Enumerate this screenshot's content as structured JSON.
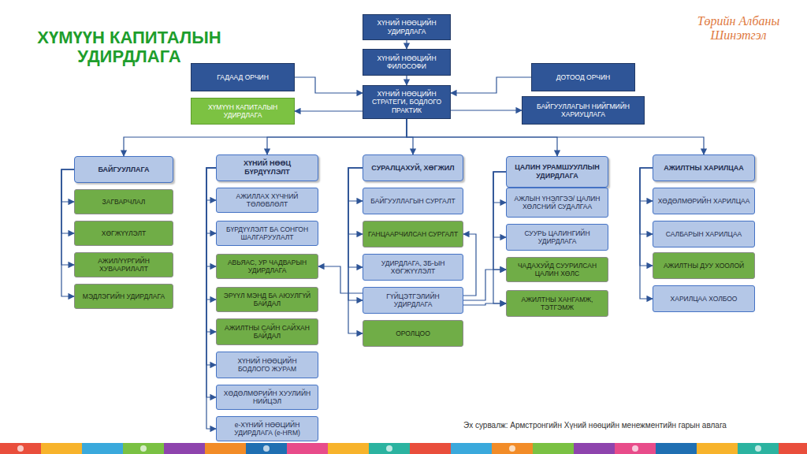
{
  "diagram": {
    "title": "ХҮМҮҮН КАПИТАЛЫН УДИРДЛАГА",
    "caption": "Эх сурвалж: Армстронгийн Хүний нөөцийн менежментийн гарын авлага",
    "nodes": [
      {
        "text": [
          "ХҮНИЙ НӨӨЦИЙН УДИРДЛАГА"
        ]
      },
      {
        "text": [
          "ХҮНИЙ НӨӨЦИЙН ФИЛОСОФИ"
        ]
      },
      {
        "text": [
          "ГАДААД ОРЧИН"
        ]
      },
      {
        "text": [
          "ДОТООД ОРЧИН"
        ]
      },
      {
        "text": [
          "ХҮНИЙ НӨӨЦИЙН СТРАТЕГИ, БОДЛОГО ПРАКТИК"
        ]
      },
      {
        "text": [
          "ХҮМҮҮН КАПИТАЛЫН УДИРДЛАГА"
        ]
      },
      {
        "text": [
          "БАЙГУУЛЛАГЫН НИЙГМИЙН ХАРИУЦЛАГА"
        ]
      },
      {
        "text": [
          "БАЙГУУЛЛАГА"
        ]
      },
      {
        "text": [
          "ХҮНИЙ НӨӨЦ БҮРДҮҮЛЭЛТ"
        ]
      },
      {
        "text": [
          "СУРАЛЦАХУЙ, ХӨГЖИЛ"
        ]
      },
      {
        "text": [
          "ЦАЛИН УРАМШУУЛЛЫН УДИРДЛАГА"
        ]
      },
      {
        "text": [
          "АЖИЛТНЫ ХАРИЛЦАА"
        ]
      },
      {
        "text": [
          "ЗАГВАРЧЛАЛ"
        ]
      },
      {
        "text": [
          "ХӨГЖҮҮЛЭЛТ"
        ]
      },
      {
        "text": [
          "АЖИЛ/ҮҮРГИЙН ХУВААРИЛАЛТ"
        ]
      },
      {
        "text": [
          "МЭДЛЭГИЙН УДИРДЛАГА"
        ]
      },
      {
        "text": [
          "АЖИЛЛАХ ХҮЧНИЙ ТӨЛӨВЛӨЛТ"
        ]
      },
      {
        "text": [
          "БҮРДҮҮЛЭЛТ БА СОНГОН ШАЛГАРУУЛАЛТ"
        ]
      },
      {
        "text": [
          "АВЬЯАС, УР ЧАДВАРЫН УДИРДЛАГА"
        ]
      },
      {
        "text": [
          "ЭРҮҮЛ МЭНД БА АЮУЛГҮЙ БАЙДАЛ"
        ]
      },
      {
        "text": [
          "АЖИЛТНЫ САЙН САЙХАН БАЙДАЛ"
        ]
      },
      {
        "text": [
          "ХҮНИЙ НӨӨЦИЙН БОДЛОГО ЖУРАМ"
        ]
      },
      {
        "text": [
          "ХӨДӨЛМӨРИЙН ХУУЛИЙН НИЙЦЭЛ"
        ]
      },
      {
        "text": [
          "e-ХҮНИЙ НӨӨЦИЙН УДИРДЛАГА (e-HRM)"
        ]
      },
      {
        "text": [
          "БАЙГУУЛЛАГЫН СУРГАЛТ"
        ]
      },
      {
        "text": [
          "ГАНЦААРЧИЛСАН СУРГАЛТ"
        ]
      },
      {
        "text": [
          "УДИРДЛАГА, ЗБ-ЫН ХӨГЖҮҮЛЭЛТ"
        ]
      },
      {
        "text": [
          "ГҮЙЦЭТГЭЛИЙН УДИРДЛАГА"
        ]
      },
      {
        "text": [
          "ОРОЛЦОО"
        ]
      },
      {
        "text": [
          "АЖЛЫН ҮНЭЛГЭЭ/ ЦАЛИН ХӨЛСНИЙ СУДАЛГАА"
        ]
      },
      {
        "text": [
          "СУУРЬ ЦАЛИНГИЙН УДИРДЛАГА"
        ]
      },
      {
        "text": [
          "ЧАДАХУЙД СУУРИЛСАН ЦАЛИН ХӨЛС"
        ]
      },
      {
        "text": [
          "АЖИЛТНЫ ХАНГАМЖ, ТЭТГЭМЖ"
        ]
      },
      {
        "text": [
          "ХӨДӨЛМӨРИЙН ХАРИЛЦАА"
        ]
      },
      {
        "text": [
          "САЛБАРЫН ХАРИЛЦАА"
        ]
      },
      {
        "text": [
          "АЖИЛТНЫ ДУУ ХООЛОЙ"
        ]
      },
      {
        "text": [
          "ХАРИЛЦАА ХОЛБОО"
        ]
      }
    ],
    "edges": [
      {
        "from": 0,
        "to": 1,
        "arrow": "to"
      },
      {
        "from": 1,
        "to": 4,
        "arrow": "to"
      },
      {
        "from": 2,
        "to": 4,
        "arrow": "to"
      },
      {
        "from": 3,
        "to": 4,
        "arrow": "to"
      },
      {
        "from": 4,
        "to": 5,
        "arrow": "to"
      },
      {
        "from": 4,
        "to": 6,
        "arrow": "to"
      },
      {
        "from": 4,
        "to": 7,
        "arrow": "to"
      },
      {
        "from": 4,
        "to": 8,
        "arrow": "to"
      },
      {
        "from": 4,
        "to": 9,
        "arrow": "to"
      },
      {
        "from": 4,
        "to": 10,
        "arrow": "to"
      },
      {
        "from": 4,
        "to": 11,
        "arrow": "to"
      },
      {
        "from": 7,
        "to": 12,
        "arrow": "to"
      },
      {
        "from": 7,
        "to": 13,
        "arrow": "to"
      },
      {
        "from": 7,
        "to": 14,
        "arrow": "to"
      },
      {
        "from": 7,
        "to": 15,
        "arrow": "to"
      },
      {
        "from": 8,
        "to": 16,
        "arrow": "to"
      },
      {
        "from": 8,
        "to": 17,
        "arrow": "to"
      },
      {
        "from": 8,
        "to": 18,
        "arrow": "to"
      },
      {
        "from": 8,
        "to": 19,
        "arrow": "to"
      },
      {
        "from": 8,
        "to": 20,
        "arrow": "to"
      },
      {
        "from": 8,
        "to": 21,
        "arrow": "to"
      },
      {
        "from": 8,
        "to": 22,
        "arrow": "to"
      },
      {
        "from": 8,
        "to": 23,
        "arrow": "to"
      },
      {
        "from": 9,
        "to": 24,
        "arrow": "to"
      },
      {
        "from": 9,
        "to": 25,
        "arrow": "to"
      },
      {
        "from": 9,
        "to": 26,
        "arrow": "to"
      },
      {
        "from": 9,
        "to": 27,
        "arrow": "to"
      },
      {
        "from": 9,
        "to": 28,
        "arrow": "to"
      },
      {
        "from": 10,
        "to": 29,
        "arrow": "to"
      },
      {
        "from": 10,
        "to": 30,
        "arrow": "to"
      },
      {
        "from": 10,
        "to": 31,
        "arrow": "to"
      },
      {
        "from": 10,
        "to": 32,
        "arrow": "to"
      },
      {
        "from": 11,
        "to": 33,
        "arrow": "to"
      },
      {
        "from": 11,
        "to": 34,
        "arrow": "to"
      },
      {
        "from": 11,
        "to": 35,
        "arrow": "to"
      },
      {
        "from": 11,
        "to": 36,
        "arrow": "to"
      },
      {
        "from": 27,
        "to": 18,
        "arrow": "to"
      },
      {
        "from": 27,
        "to": 25,
        "arrow": "to"
      },
      {
        "from": 27,
        "to": 31,
        "arrow": "to"
      },
      {
        "from": 27,
        "to": 32,
        "arrow": "to"
      }
    ],
    "labels": [
      "Төрийн Албаны Шинэтгэл"
    ]
  }
}
